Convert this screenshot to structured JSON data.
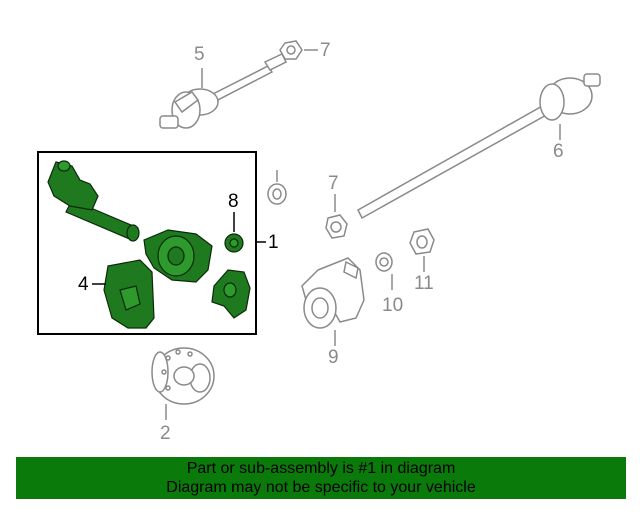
{
  "callouts": {
    "c1": "1",
    "c2": "2",
    "c4": "4",
    "c5": "5",
    "c6": "6",
    "c7a": "7",
    "c7b": "7",
    "c8": "8",
    "c9": "9",
    "c10": "10",
    "c11": "11"
  },
  "banner": {
    "line1": "Part or sub-assembly is #1 in diagram",
    "line2": "Diagram may not be specific to your vehicle"
  },
  "colors": {
    "highlight": "#1f7a1f",
    "part_stroke": "#8a8a8a",
    "banner": "#0a7a0a"
  }
}
